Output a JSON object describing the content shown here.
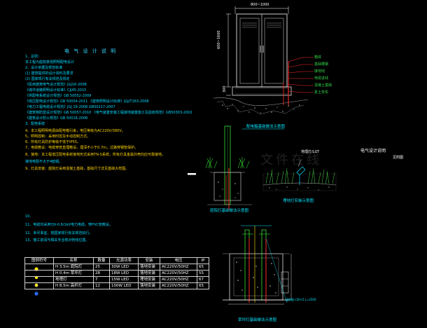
{
  "notes": {
    "title": "电 气 设 计 说 明",
    "lines": [
      {
        "t": "1、总则：",
        "c": ""
      },
      {
        "t": "本工程为庭院景观照明配电设计",
        "c": ""
      },
      {
        "t": "2、设计依据及规范标准",
        "c": ""
      },
      {
        "t": "(1) 建筑提供的设计资料及要求",
        "c": ""
      },
      {
        "t": "(2) 国家现行有关规范及规定",
        "c": ""
      },
      {
        "t": "《民用建筑电气设计规范》JGJ16-2008",
        "c": ""
      },
      {
        "t": "《城市道路照明设计标准》CJJ45-2015",
        "c": ""
      },
      {
        "t": "《供配电系统设计规范》GB 50052-2009",
        "c": ""
      },
      {
        "t": "《低压配电设计规范》GB 50054-2011  《建筑照明设计标准》JGJ/T163-2008",
        "c": ""
      },
      {
        "t": "《电力工程电缆设计规范》JGJ 16-2008      GB50217-2007",
        "c": ""
      },
      {
        "t": "《建筑物防雷设计规范》GB 50057-2010  《电气装置安装工程接地装置施工及验收规范》GB50303-2002",
        "c": ""
      },
      {
        "t": "《建筑设计防火规范》GB 50016-2006",
        "c": ""
      },
      {
        "t": "3、配电系统",
        "c": ""
      },
      {
        "t": "4、本工程照明电源由配电箱引来，电压等级为AC220V/380V。",
        "c": "y"
      },
      {
        "t": "5、照明控制：采用时控及手动控制方式。",
        "c": "y"
      },
      {
        "t": "6、所有灯具防护等级不低于IP55。",
        "c": "y"
      },
      {
        "t": "7、电缆敷设：电缆穿管直埋敷设，埋深不小于0.7m，过路穿钢管保护。",
        "c": "y"
      },
      {
        "t": "8、接地：本工程低压配电系统接地形式采用TN-S系统，所有灯具金属外壳均应可靠接地。",
        "c": "y"
      },
      {
        "t": "接地电阻不大于4欧姆。",
        "c": ""
      },
      {
        "t": "9、灯具安装：庭院灯采用混凝土基础，基础尺寸详见基础大样图。",
        "c": "y"
      },
      {
        "t": "10、",
        "c": ""
      },
      {
        "t": "11、电缆均采用YJV-0.6/1kV电力电缆，穿PVC管敷设。",
        "c": ""
      },
      {
        "t": "12、未尽事宜，按国家现行有关规范执行。",
        "c": ""
      },
      {
        "t": "13、施工前请与相关专业核对管线位置。",
        "c": ""
      }
    ]
  },
  "cabinet": {
    "width_label": "800~1000",
    "height_label": "600~1600",
    "base_label": "300",
    "caption": "配电箱基础做法示意图",
    "callouts": [
      "箱体",
      "基础槽钢",
      "接地线",
      "电缆进线",
      "混凝土基础",
      "素土夯实"
    ]
  },
  "lamp_section": {
    "caption": "庭院灯基础做法示意图"
  },
  "plant_section": {
    "tag": "地埋灯/LGT",
    "caption": "埋地灯安装示意图"
  },
  "right_title": "电气设计说明",
  "right_subtitle": "见附图",
  "pit": {
    "caption": "草坪灯基础做法示意图",
    "side_note": "接地极  L50×5  L=2500"
  },
  "legend": {
    "headers": [
      "图例符号",
      "名称",
      "数量",
      "光源功率",
      "安装",
      "电压",
      "IP"
    ],
    "rows": [
      {
        "name": "H 3.5m 庭院灯",
        "qty": "25",
        "power": "30W LED",
        "mount": "落地安装",
        "volt": "AC220V/50HZ",
        "ip": "65"
      },
      {
        "name": "H 0.4m 草坪灯",
        "qty": "28",
        "power": "18W LED",
        "mount": "落地安装",
        "volt": "AC220V/50HZ",
        "ip": "55"
      },
      {
        "name": "地埋灯",
        "qty": "7",
        "power": "15W LED",
        "mount": "埋地安装",
        "volt": "AC220V/50HZ",
        "ip": "67"
      },
      {
        "name": "H 8.5m 高杆灯",
        "qty": "12",
        "power": "100W LED",
        "mount": "落地安装",
        "volt": "AC220V/50HZ",
        "ip": "65"
      }
    ]
  },
  "watermark": "文件在线"
}
